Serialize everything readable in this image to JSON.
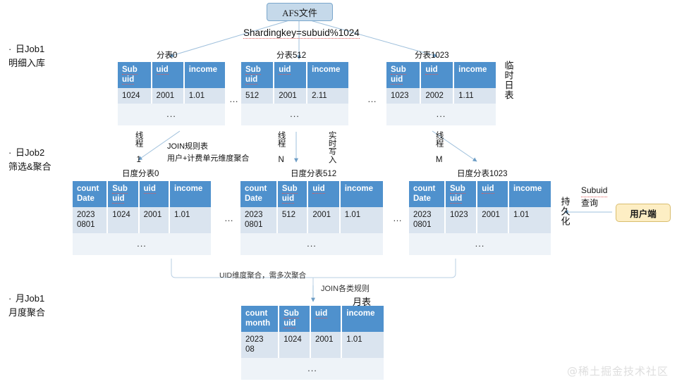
{
  "diagram": {
    "root_box": {
      "label": "AFS文件"
    },
    "sharding_rule": "Shardingkey=subuid%1024",
    "watermark": "@稀土掘金技术社区",
    "stages": [
      {
        "name": "日Job1",
        "desc": "明细入库"
      },
      {
        "name": "日Job2",
        "desc": "筛选&聚合"
      },
      {
        "name": "月Job1",
        "desc": "月度聚合"
      }
    ],
    "shard_tables": {
      "group_label": "临时日表",
      "columns": [
        "Sub uid",
        "uid",
        "income"
      ],
      "tables": [
        {
          "title": "分表0",
          "row": [
            "1024",
            "2001",
            "1.01"
          ],
          "more": "..."
        },
        {
          "title": "分表512",
          "row": [
            "512",
            "2001",
            "2.11"
          ],
          "more": "..."
        },
        {
          "title": "分表1023",
          "row": [
            "1023",
            "2002",
            "1.11"
          ],
          "more": "..."
        }
      ],
      "ellipsis_between": "…"
    },
    "daily_tables": {
      "group_label": "持久化",
      "columns": [
        "count Date",
        "Sub uid",
        "uid",
        "income"
      ],
      "tables": [
        {
          "title": "日度分表0",
          "row": [
            "2023 0801",
            "1024",
            "2001",
            "1.01"
          ],
          "more": "..."
        },
        {
          "title": "日度分表512",
          "row": [
            "2023 0801",
            "512",
            "2001",
            "1.01"
          ],
          "more": "..."
        },
        {
          "title": "日度分表1023",
          "row": [
            "2023 0801",
            "1023",
            "2001",
            "1.01"
          ],
          "more": "..."
        }
      ],
      "ellipsis_between": "…"
    },
    "threads": [
      {
        "label": "线程 1"
      },
      {
        "label": "线程 N"
      },
      {
        "label": "线程 M"
      }
    ],
    "annotations": {
      "join_rule": "JOIN规则表",
      "join_rule_2": "用户+计费单元维度聚合",
      "realtime_write": "实时写入",
      "uid_aggregate": "UID维度聚合，需多次聚合",
      "join_all_rules": "JOIN各类规则",
      "subuid_query_line1": "Subuid",
      "subuid_query_line2": "查询"
    },
    "client": {
      "label": "用户端"
    },
    "month_table": {
      "title": "月表",
      "columns": [
        "count month",
        "Sub uid",
        "uid",
        "income"
      ],
      "row": [
        "2023 08",
        "1024",
        "2001",
        "1.01"
      ],
      "more": "..."
    },
    "colors": {
      "header_blue": "#4f91cd",
      "cell_blue": "#dae4ef",
      "table_bg": "#eef3f8",
      "root_box_fill": "#c5d9ea",
      "root_box_border": "#7ba7cc",
      "client_fill": "#fdeec4",
      "client_border": "#d9bd6e",
      "arrow": "#7ba7cc"
    }
  }
}
